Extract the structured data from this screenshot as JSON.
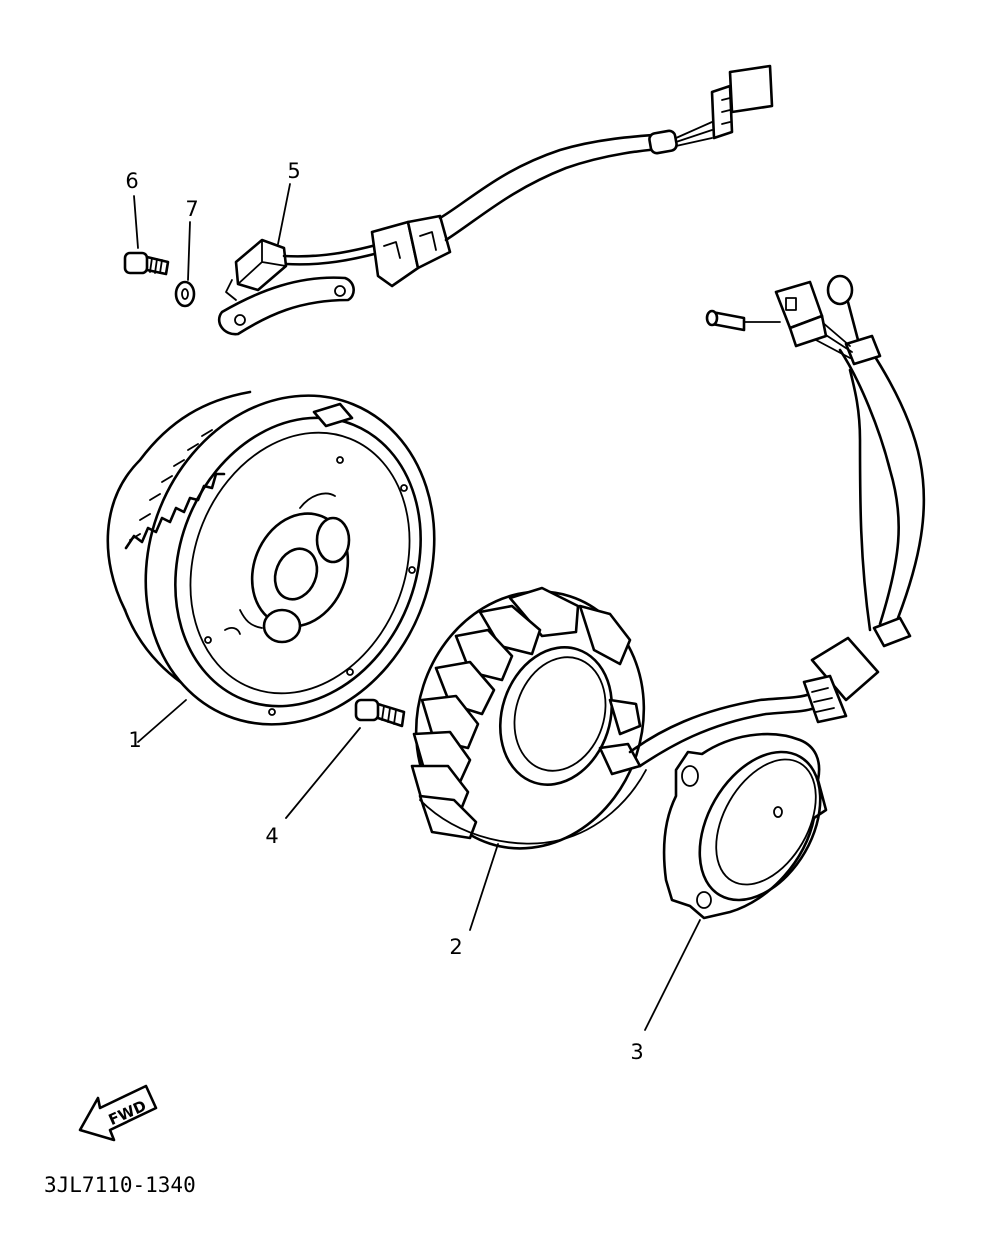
{
  "diagram": {
    "part_code": "3JL7110-1340",
    "direction_label": "FWD",
    "callouts": [
      {
        "id": "1",
        "text": "1",
        "part": "rotor"
      },
      {
        "id": "2",
        "text": "2",
        "part": "stator"
      },
      {
        "id": "3",
        "text": "3",
        "part": "cover-plate"
      },
      {
        "id": "4",
        "text": "4",
        "part": "screw"
      },
      {
        "id": "5",
        "text": "5",
        "part": "pickup-coil"
      },
      {
        "id": "6",
        "text": "6",
        "part": "bolt"
      },
      {
        "id": "7",
        "text": "7",
        "part": "washer"
      }
    ]
  }
}
